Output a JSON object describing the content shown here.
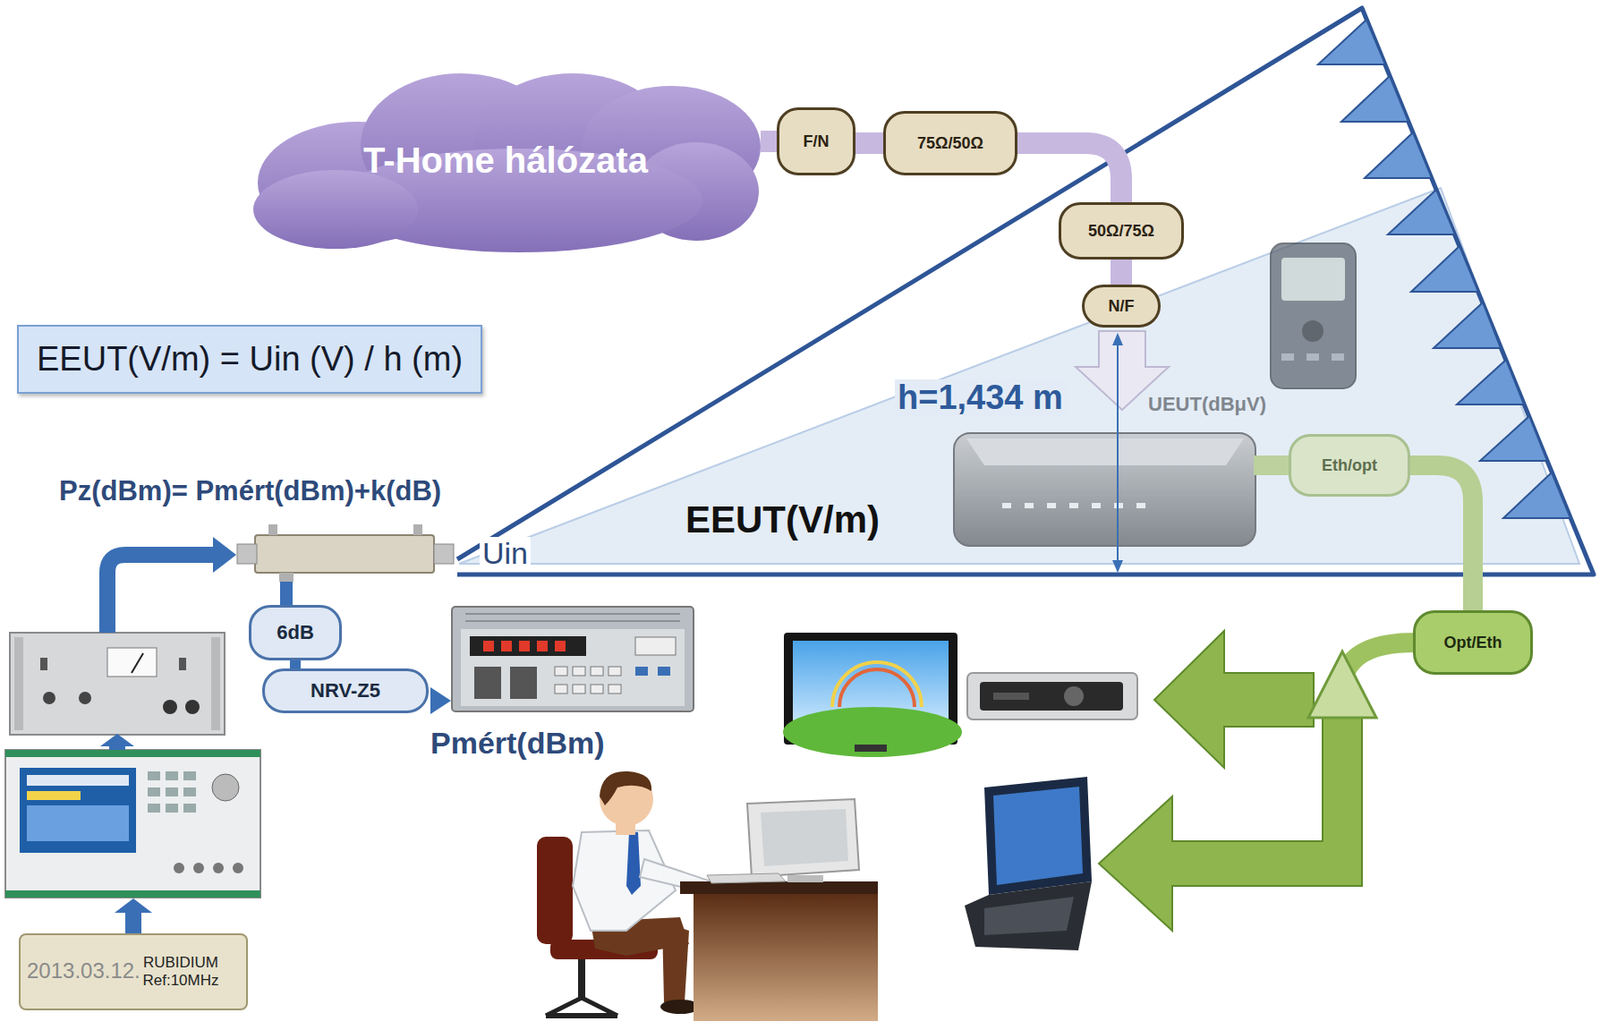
{
  "diagram": {
    "nodes": [
      {
        "text": [
          "T-Home hálózata"
        ]
      },
      {
        "text": [
          "F/N"
        ]
      },
      {
        "text": [
          "75Ω/50Ω"
        ]
      },
      {
        "text": [
          "50Ω/75Ω"
        ]
      },
      {
        "text": [
          "N/F"
        ]
      },
      {
        "text": [
          "EEUT(V/m) = Uin (V) / h (m)"
        ]
      },
      {
        "text": [
          "Eth/opt"
        ]
      },
      {
        "text": [
          "6dB"
        ]
      },
      {
        "text": [
          "NRV-Z5"
        ]
      },
      {
        "text": [
          "Opt/Eth"
        ]
      },
      {
        "text": [
          "RUBIDIUM Ref:10MHz"
        ]
      }
    ],
    "edges": [
      {
        "from": 0,
        "to": 1,
        "arrow": "none"
      },
      {
        "from": 1,
        "to": 2,
        "arrow": "none"
      },
      {
        "from": 2,
        "to": 3,
        "arrow": "none"
      },
      {
        "from": 3,
        "to": 4,
        "arrow": "none"
      },
      {
        "from": 6,
        "to": 9,
        "arrow": "none"
      },
      {
        "from": 7,
        "to": 8,
        "arrow": "none"
      }
    ],
    "labels": [
      "Pz(dBm)= Pmért(dBm)+k(dB)",
      "Uin",
      "EEUT(V/m)",
      "h=1,434 m",
      "UEUT(dBμV)",
      "Pmért(dBm)",
      "2013.03.12."
    ]
  }
}
